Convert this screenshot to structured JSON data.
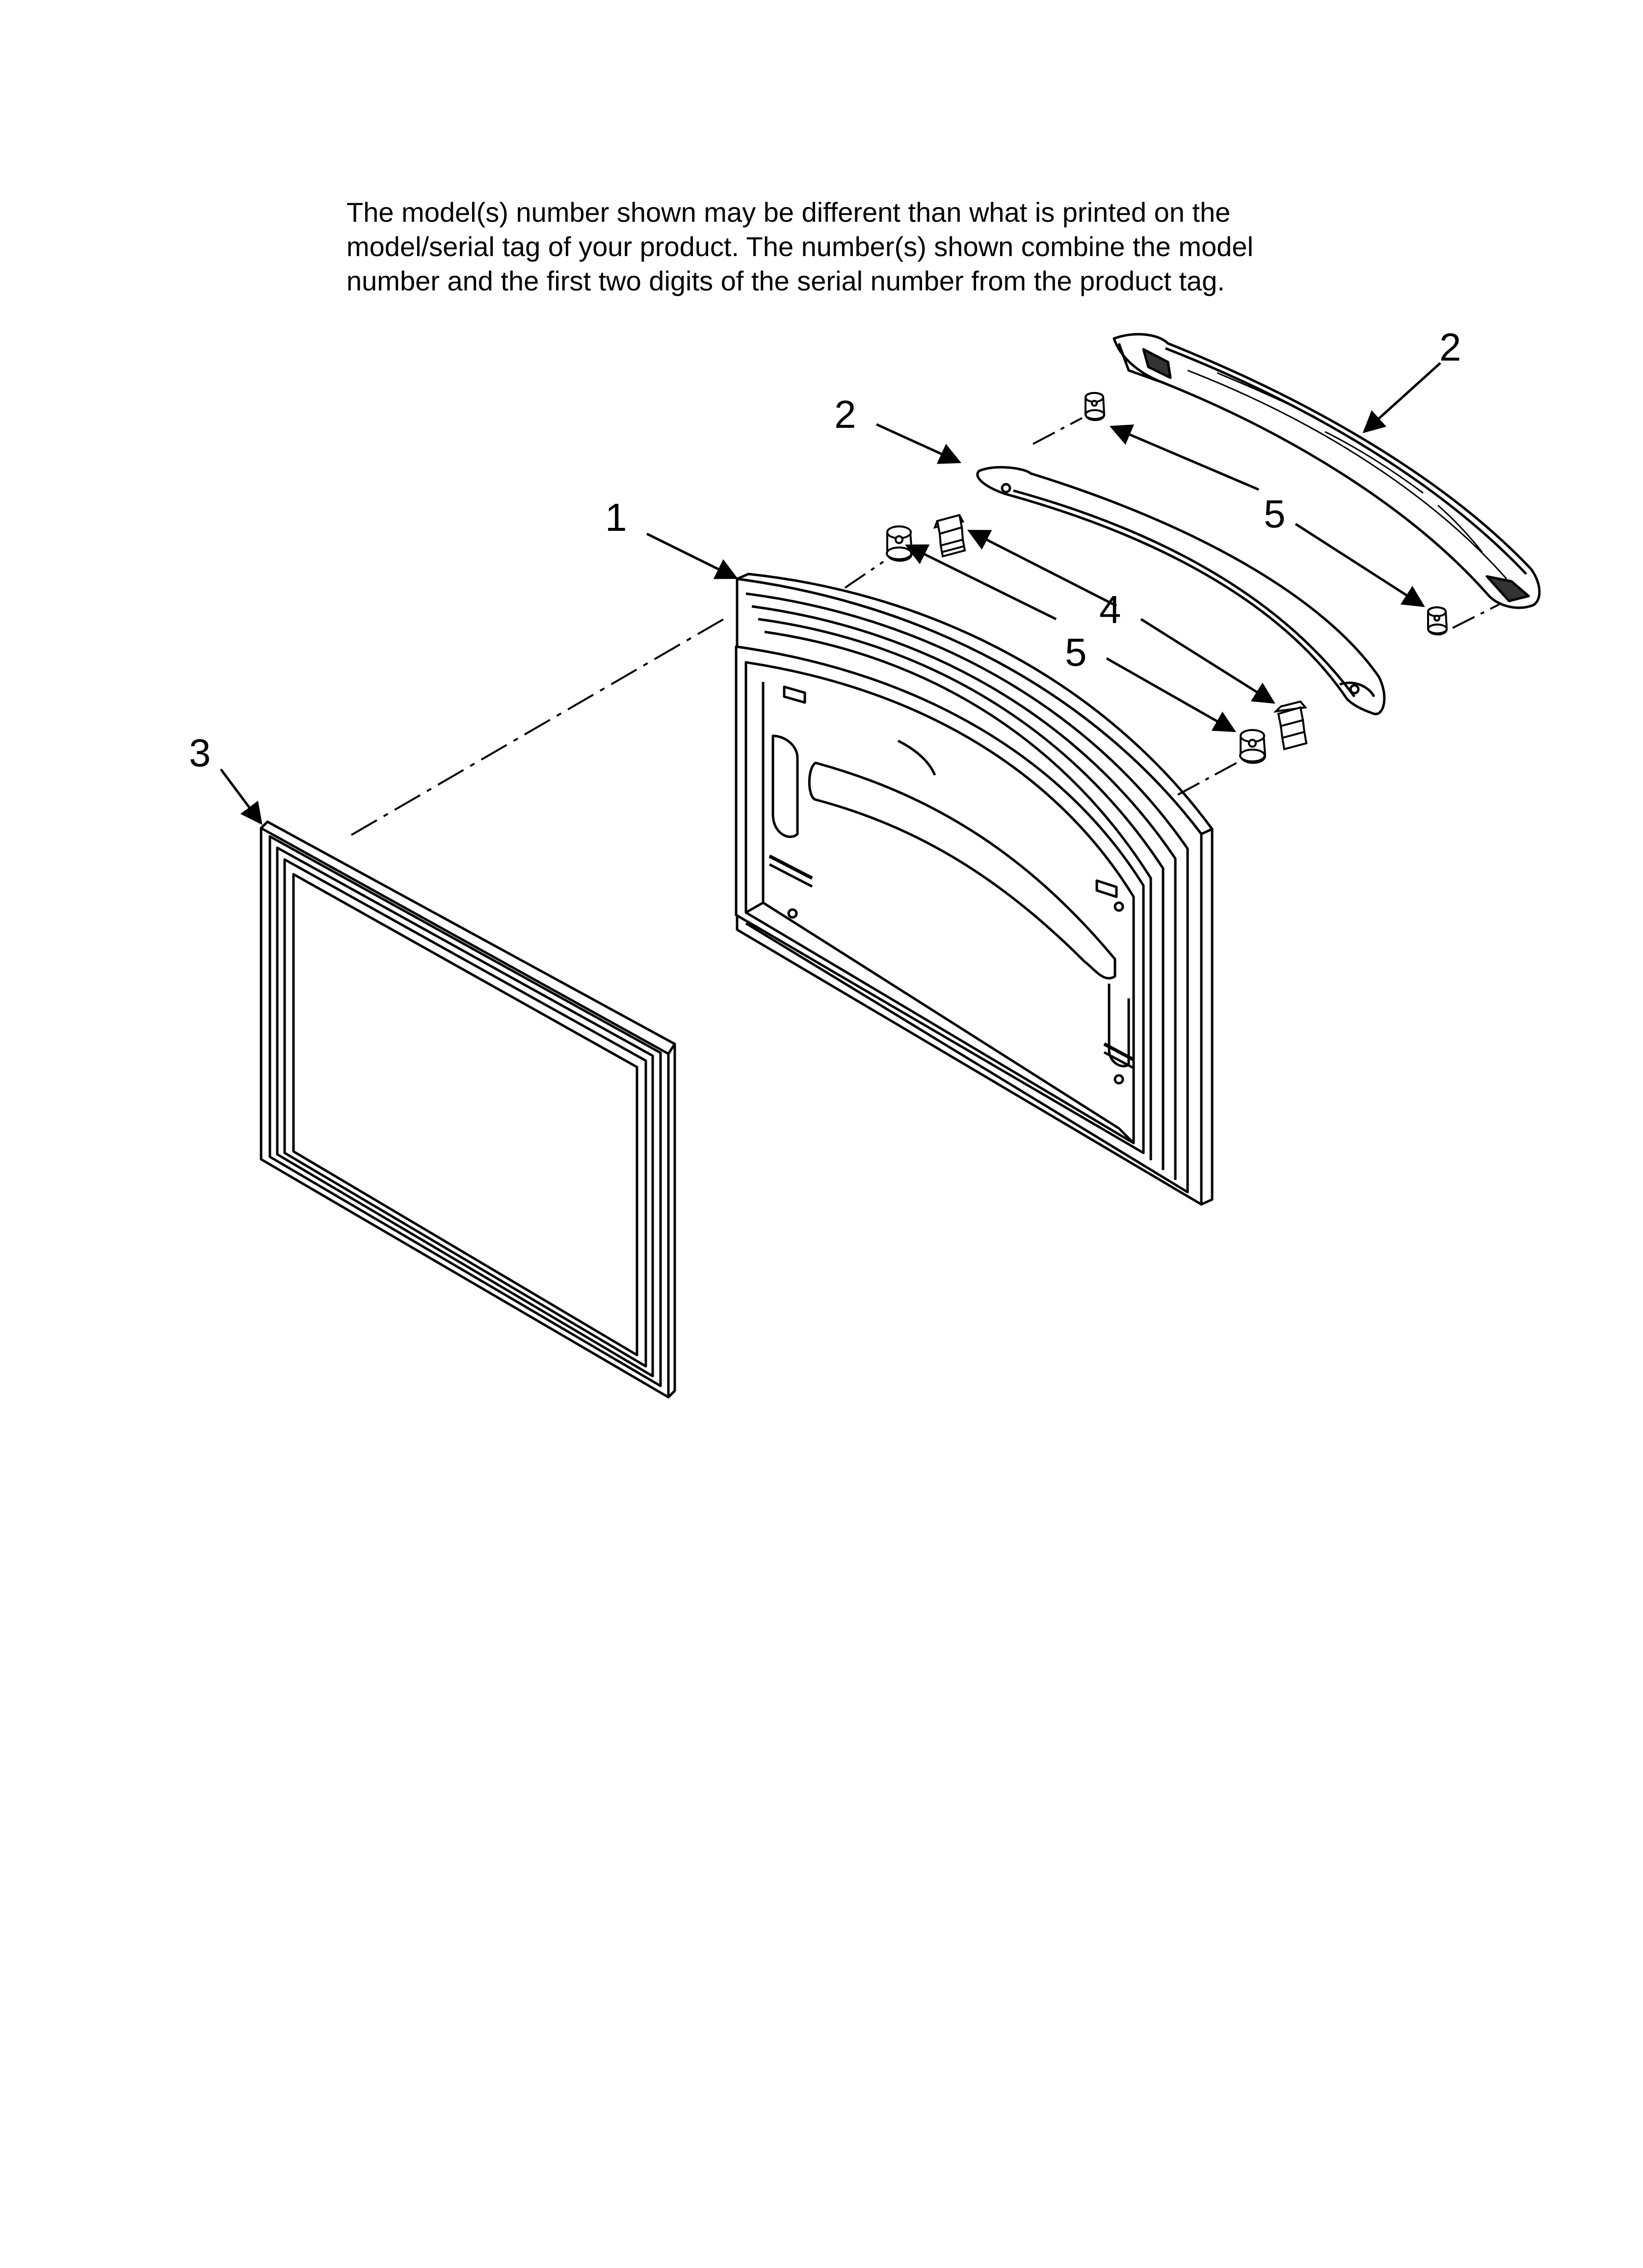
{
  "disclaimer": {
    "lines": [
      "The model(s) number shown may be different than what is printed on the",
      "model/serial tag of your product. The number(s) shown combine the model",
      "number and the first two digits of the serial number from the product tag."
    ]
  },
  "callouts": {
    "door": "1",
    "handle_front": "2",
    "handle_rear": "2",
    "gasket": "3",
    "screw": "4",
    "stud_front": "5",
    "stud_rear": "5"
  },
  "colors": {
    "line": "#000000",
    "fill": "#ffffff",
    "shade": "#d9d9d9"
  }
}
